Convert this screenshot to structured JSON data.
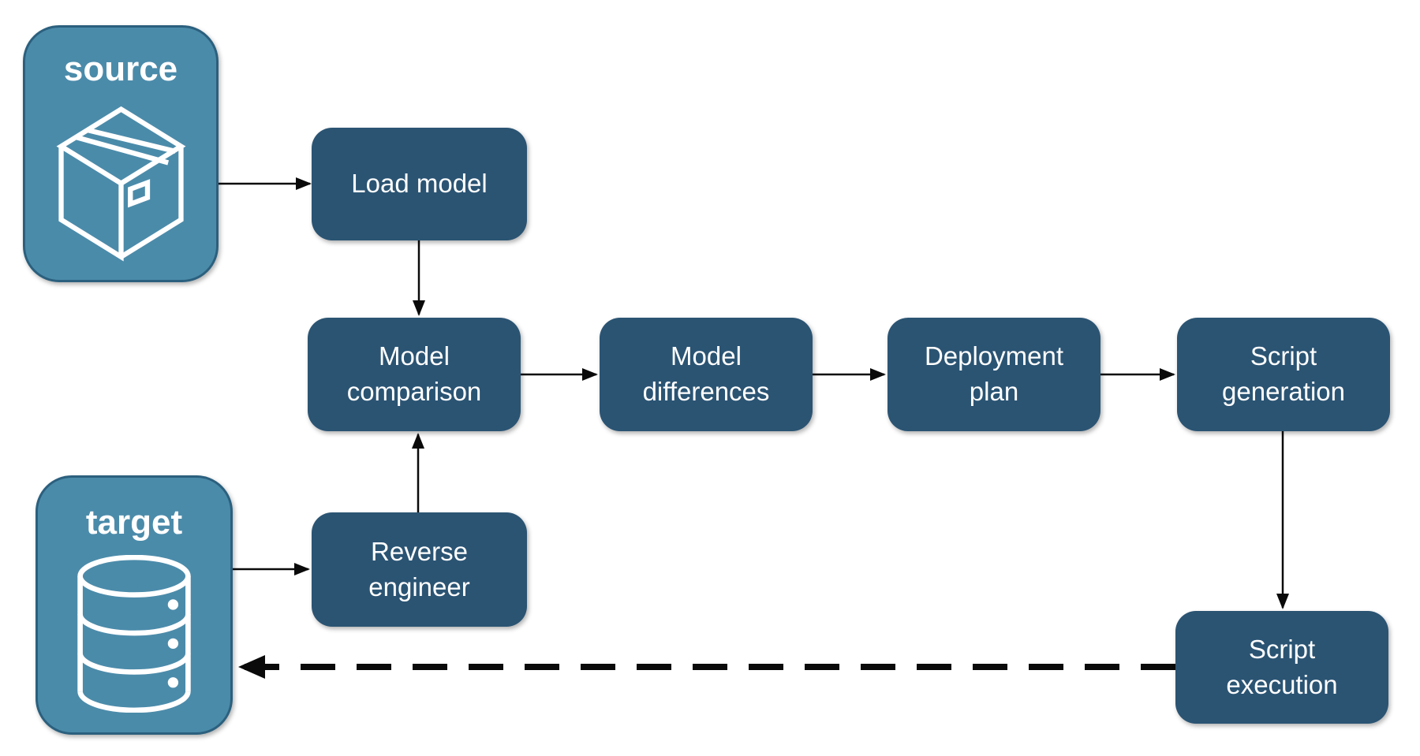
{
  "colors": {
    "node_fill": "#2B5473",
    "endpoint_fill": "#4B8BAA",
    "endpoint_border": "#2B607E",
    "label_text": "#FFFFFF",
    "arrow": "#0A0A0A",
    "background": "#FFFFFF"
  },
  "endpoints": {
    "source": {
      "label": "source",
      "icon": "package-icon"
    },
    "target": {
      "label": "target",
      "icon": "database-icon"
    }
  },
  "nodes": {
    "load_model": {
      "label": "Load model"
    },
    "model_comparison": {
      "label": "Model comparison"
    },
    "model_differences": {
      "label": "Model differences"
    },
    "deployment_plan": {
      "label": "Deployment plan"
    },
    "script_generation": {
      "label": "Script generation"
    },
    "reverse_engineer": {
      "label": "Reverse engineer"
    },
    "script_execution": {
      "label": "Script execution"
    }
  },
  "edges": [
    {
      "from": "source",
      "to": "load_model",
      "style": "solid"
    },
    {
      "from": "load_model",
      "to": "model_comparison",
      "style": "solid"
    },
    {
      "from": "model_comparison",
      "to": "model_differences",
      "style": "solid"
    },
    {
      "from": "model_differences",
      "to": "deployment_plan",
      "style": "solid"
    },
    {
      "from": "deployment_plan",
      "to": "script_generation",
      "style": "solid"
    },
    {
      "from": "script_generation",
      "to": "script_execution",
      "style": "solid"
    },
    {
      "from": "target",
      "to": "reverse_engineer",
      "style": "solid"
    },
    {
      "from": "reverse_engineer",
      "to": "model_comparison",
      "style": "solid"
    },
    {
      "from": "script_execution",
      "to": "target",
      "style": "dashed"
    }
  ]
}
